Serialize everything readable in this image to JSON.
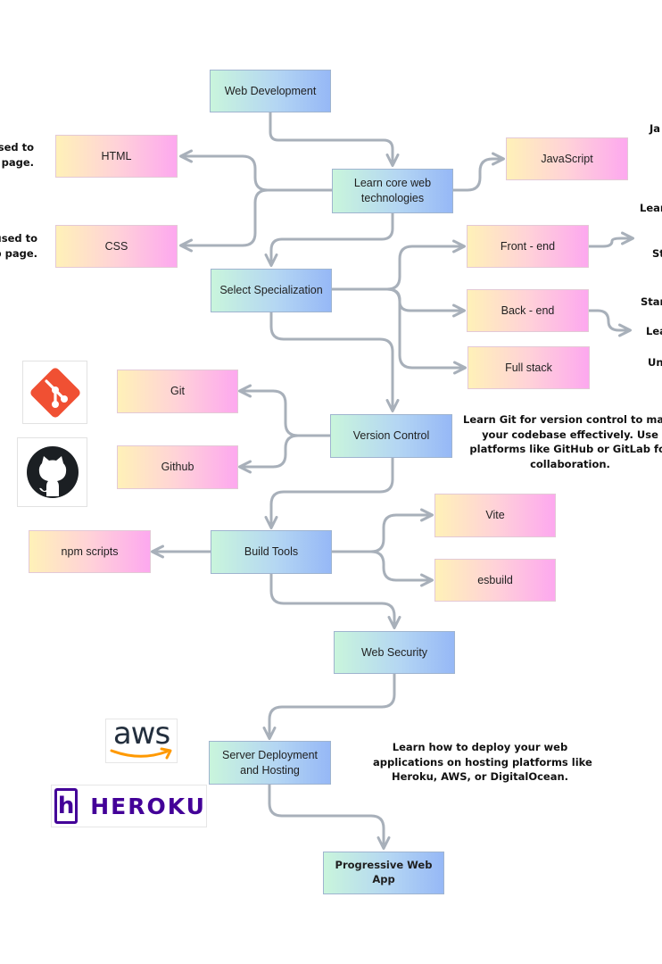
{
  "nodes": {
    "web_development": "Web Development",
    "learn_core": "Learn core web technologies",
    "html": "HTML",
    "css": "CSS",
    "javascript": "JavaScript",
    "select_specialization": "Select Specialization",
    "front_end": "Front - end",
    "back_end": "Back - end",
    "full_stack": "Full stack",
    "version_control": "Version Control",
    "git": "Git",
    "github": "Github",
    "build_tools": "Build Tools",
    "npm_scripts": "npm scripts",
    "vite": "Vite",
    "esbuild": "esbuild",
    "web_security": "Web Security",
    "server_deployment": "Server Deployment and Hosting",
    "pwa": "Progressive Web App"
  },
  "notes": {
    "html_note": [
      "used to",
      "page."
    ],
    "css_note": [
      "used to",
      "p page."
    ],
    "js_note": "Ja",
    "front_notes": [
      "Lear",
      "St"
    ],
    "back_notes": [
      "Star",
      "Lea",
      "Un"
    ],
    "git_note": [
      "Learn Git for version control to manag",
      "your codebase effectively. Use",
      "platforms like GitHub or GitLab for",
      "collaboration."
    ],
    "deploy_note": [
      "Learn how to deploy your web",
      "applications on hosting platforms like",
      "Heroku, AWS, or DigitalOcean."
    ]
  },
  "logos": {
    "aws": "aws",
    "heroku": "HEROKU",
    "heroku_mark": "h"
  },
  "colors": {
    "connector": "#a8b0ba",
    "git_orange": "#f05033",
    "aws_orange": "#ff9900",
    "aws_text": "#232f3e",
    "heroku_purple": "#430098"
  }
}
